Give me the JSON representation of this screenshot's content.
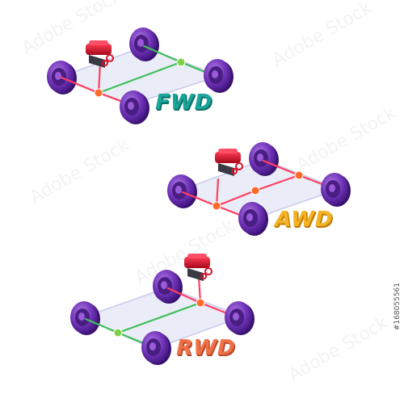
{
  "colors": {
    "background": "#ffffff",
    "wheel": "#6b2fb3",
    "wheel_light": "#9a5bd8",
    "hub": "#4a1d82",
    "frame": "rgba(196, 200, 235, 0.35)",
    "frame_edge": "#c9c9ee",
    "drive_active": "#ff4060",
    "drive_passive": "#3fbf5a",
    "joint_active": "#ff6a2a",
    "joint_passive": "#7fd14a",
    "engine_red": "#d8102a",
    "engine_dark": "#3a3a44"
  },
  "diagrams": [
    {
      "id": "fwd",
      "label": "FWD",
      "label_color": "#1aa59a",
      "label_shadow": "#0e6f68"
    },
    {
      "id": "awd",
      "label": "AWD",
      "label_color": "#f3b324",
      "label_shadow": "#c07c08"
    },
    {
      "id": "rwd",
      "label": "RWD",
      "label_color": "#ef7247",
      "label_shadow": "#b8482a"
    }
  ],
  "watermark": {
    "text": "Adobe Stock"
  },
  "stock_id": "#168055561"
}
